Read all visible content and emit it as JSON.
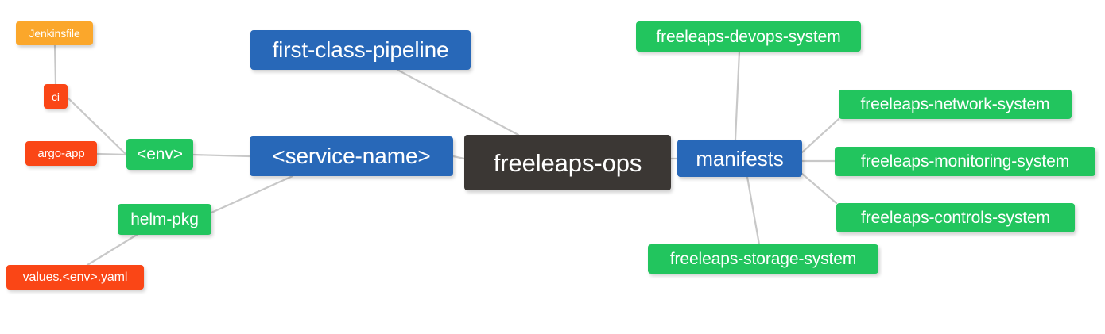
{
  "diagram": {
    "type": "mindmap",
    "title": "freeleaps-ops",
    "background": "#ffffff",
    "edge_color": "#c8c8c8",
    "palette": {
      "root": "#3b3734",
      "blue": "#2868b8",
      "green": "#22c55e",
      "red": "#fa4616",
      "orange": "#fba72b",
      "text": "#ffffff"
    },
    "nodes": [
      {
        "id": "root",
        "label": "freeleaps-ops",
        "color": "root"
      },
      {
        "id": "service",
        "label": "<service-name>",
        "color": "blue"
      },
      {
        "id": "pipeline",
        "label": "first-class-pipeline",
        "color": "blue"
      },
      {
        "id": "manifests",
        "label": "manifests",
        "color": "blue"
      },
      {
        "id": "env",
        "label": "<env>",
        "color": "green"
      },
      {
        "id": "helm",
        "label": "helm-pkg",
        "color": "green"
      },
      {
        "id": "jenkins",
        "label": "Jenkinsfile",
        "color": "orange"
      },
      {
        "id": "ci",
        "label": "ci",
        "color": "red"
      },
      {
        "id": "argo",
        "label": "argo-app",
        "color": "red"
      },
      {
        "id": "values",
        "label": "values.<env>.yaml",
        "color": "red"
      },
      {
        "id": "devops",
        "label": "freeleaps-devops-system",
        "color": "green"
      },
      {
        "id": "network",
        "label": "freeleaps-network-system",
        "color": "green"
      },
      {
        "id": "monitoring",
        "label": "freeleaps-monitoring-system",
        "color": "green"
      },
      {
        "id": "controls",
        "label": "freeleaps-controls-system",
        "color": "green"
      },
      {
        "id": "storage",
        "label": "freeleaps-storage-system",
        "color": "green"
      }
    ],
    "edges": [
      {
        "from": "root",
        "to": "service"
      },
      {
        "from": "root",
        "to": "pipeline"
      },
      {
        "from": "root",
        "to": "manifests"
      },
      {
        "from": "service",
        "to": "env"
      },
      {
        "from": "service",
        "to": "helm"
      },
      {
        "from": "env",
        "to": "argo"
      },
      {
        "from": "env",
        "to": "ci"
      },
      {
        "from": "ci",
        "to": "jenkins"
      },
      {
        "from": "helm",
        "to": "values"
      },
      {
        "from": "manifests",
        "to": "devops"
      },
      {
        "from": "manifests",
        "to": "network"
      },
      {
        "from": "manifests",
        "to": "monitoring"
      },
      {
        "from": "manifests",
        "to": "controls"
      },
      {
        "from": "manifests",
        "to": "storage"
      }
    ]
  }
}
